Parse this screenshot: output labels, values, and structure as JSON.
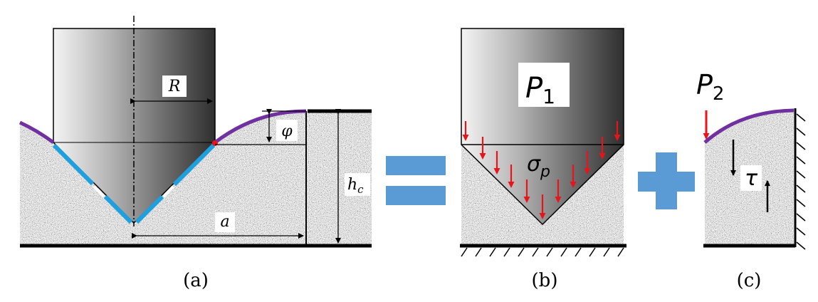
{
  "panels": {
    "a": {
      "caption": "(a)",
      "R": "R",
      "phi": "φ",
      "hc_main": "h",
      "hc_sub": "c",
      "a": "a"
    },
    "b": {
      "caption": "(b)",
      "P1_main": "P",
      "P1_sub": "1",
      "sigma_main": "σ",
      "sigma_sub": "p"
    },
    "c": {
      "caption": "(c)",
      "P2_main": "P",
      "P2_sub": "2",
      "tau": "τ"
    }
  },
  "colors": {
    "arc": "#7030a0",
    "contact": "#1ea0e0",
    "operator": "#5b9bd5",
    "arrow_red": "#e8141c",
    "line": "#000000",
    "granite_base": "#b9b9b9"
  }
}
